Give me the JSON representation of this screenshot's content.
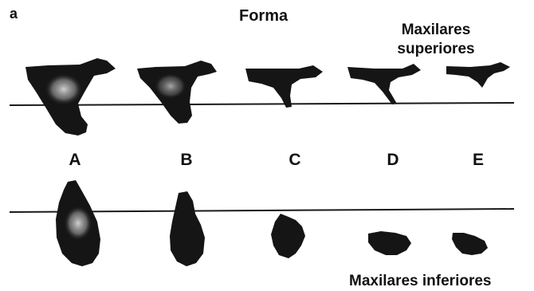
{
  "figure": {
    "panel_label": "a",
    "title": "Forma",
    "upper_label_line1": "Maxilares",
    "upper_label_line2": "superiores",
    "lower_label": "Maxilares inferiores",
    "categories": [
      "A",
      "B",
      "C",
      "D",
      "E"
    ]
  },
  "colors": {
    "ink": "#111111",
    "shape_fill": "#151515",
    "highlight": "#b9b9b9",
    "line": "#1a1a1a"
  }
}
